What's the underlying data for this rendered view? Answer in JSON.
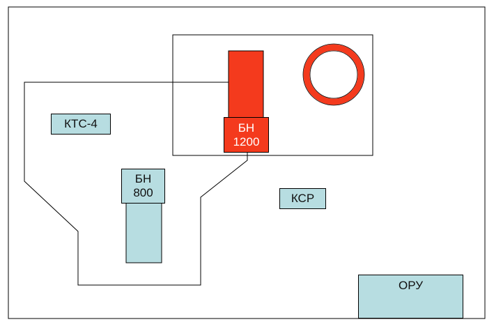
{
  "labels": {
    "kts4": "КТС-4",
    "bn800": "БН\n800",
    "bn1200": "БН\n1200",
    "ksr": "КСР",
    "oru": "ОРУ"
  },
  "colors": {
    "light_fill": "#b7dde1",
    "red_fill": "#f43a1d",
    "line": "#000000",
    "background": "#ffffff"
  }
}
